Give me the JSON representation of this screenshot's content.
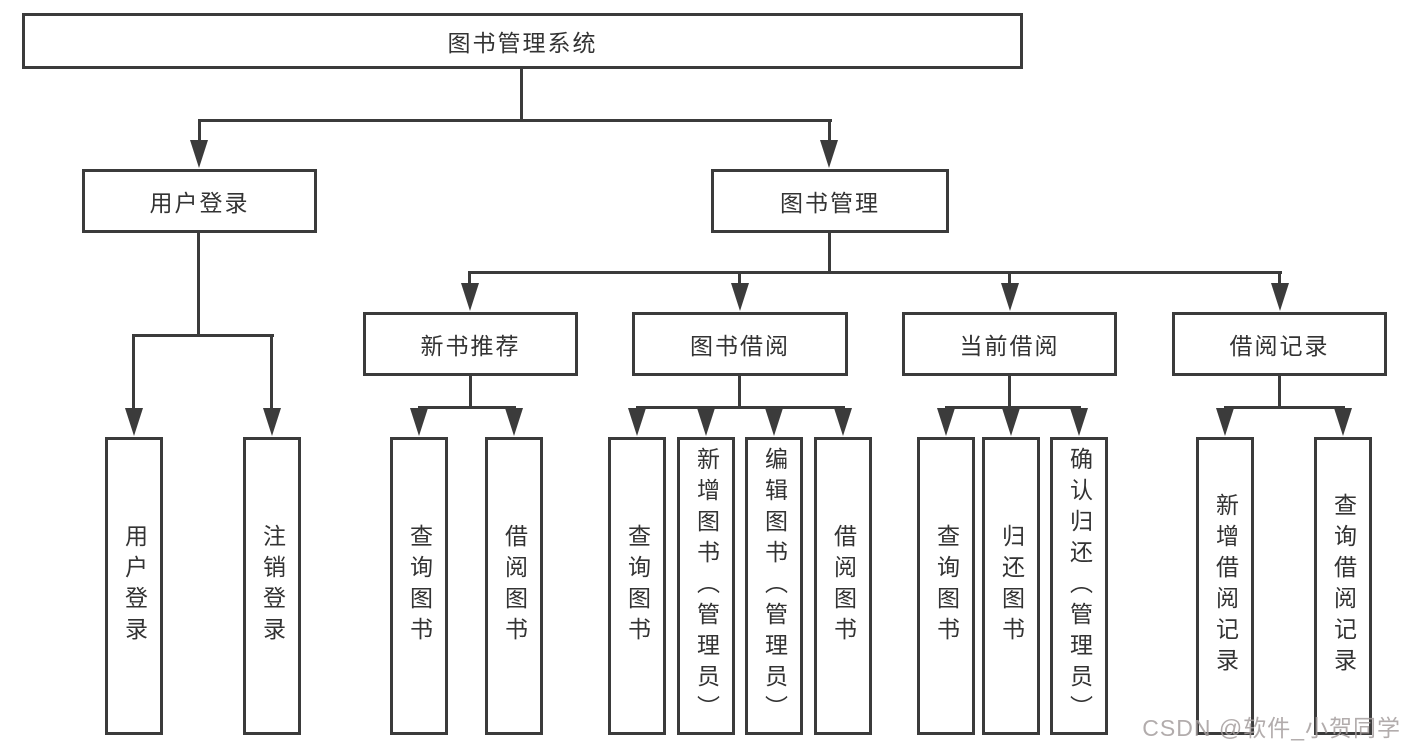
{
  "tree": {
    "root": {
      "label": "图书管理系统"
    },
    "level2": [
      {
        "label": "用户登录"
      },
      {
        "label": "图书管理"
      }
    ],
    "level3": [
      {
        "label": "新书推荐",
        "parent": "图书管理"
      },
      {
        "label": "图书借阅",
        "parent": "图书管理"
      },
      {
        "label": "当前借阅",
        "parent": "图书管理"
      },
      {
        "label": "借阅记录",
        "parent": "图书管理"
      }
    ],
    "leaves": [
      {
        "label": "用户登录",
        "parent": "用户登录"
      },
      {
        "label": "注销登录",
        "parent": "用户登录"
      },
      {
        "label": "查询图书",
        "parent": "新书推荐"
      },
      {
        "label": "借阅图书",
        "parent": "新书推荐"
      },
      {
        "label": "查询图书",
        "parent": "图书借阅"
      },
      {
        "label": "新增图书（管理员）",
        "parent": "图书借阅"
      },
      {
        "label": "编辑图书（管理员）",
        "parent": "图书借阅"
      },
      {
        "label": "借阅图书",
        "parent": "图书借阅"
      },
      {
        "label": "查询图书",
        "parent": "当前借阅"
      },
      {
        "label": "归还图书",
        "parent": "当前借阅"
      },
      {
        "label": "确认归还（管理员）",
        "parent": "当前借阅"
      },
      {
        "label": "新增借阅记录",
        "parent": "借阅记录"
      },
      {
        "label": "查询借阅记录",
        "parent": "借阅记录"
      }
    ],
    "watermark": "CSDN @软件_小贺同学",
    "colors": {
      "line": "#3b3b3b",
      "text": "#333333",
      "background": "#ffffff",
      "watermark": "#a49e9e"
    }
  }
}
